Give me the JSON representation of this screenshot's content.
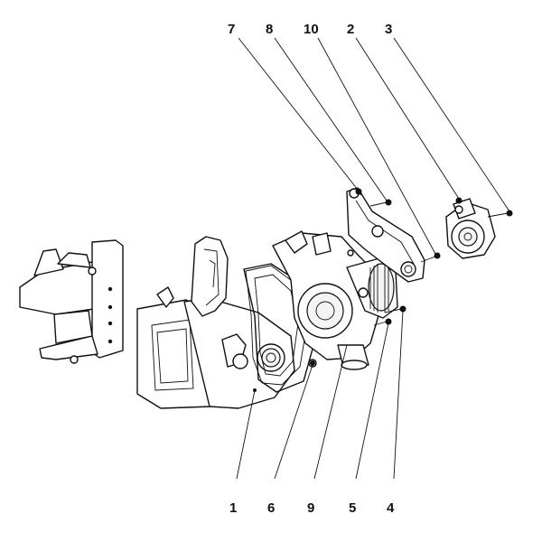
{
  "callouts": {
    "top": [
      "7",
      "8",
      "10",
      "2",
      "3"
    ],
    "bottom": [
      "1",
      "6",
      "9",
      "5",
      "4"
    ]
  }
}
